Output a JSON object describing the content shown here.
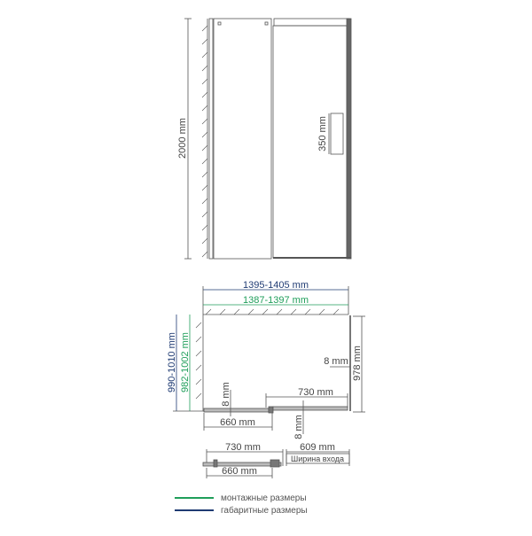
{
  "front_view": {
    "height_label": "2000 mm",
    "handle_label": "350 mm"
  },
  "plan_view": {
    "outer_width_label": "1395-1405 mm",
    "mount_width_label": "1387-1397 mm",
    "outer_depth_label": "990-1010 mm",
    "mount_depth_label": "982-1002 mm",
    "side_panel_label": "978 mm",
    "gap_right_label": "8 mm",
    "gap_left_label": "8 mm",
    "gap_bottom_label": "8 mm",
    "door_label": "730 mm",
    "fixed_label": "660 mm"
  },
  "detail_view": {
    "door_label": "730 mm",
    "fixed_label": "660 mm",
    "entry_width_label": "609 mm",
    "entry_width_caption": "Ширина входа"
  },
  "legend": {
    "items": [
      {
        "label": "монтажные размеры",
        "color": "#1f9e5a"
      },
      {
        "label": "габаритные размеры",
        "color": "#1f3b73"
      }
    ]
  },
  "colors": {
    "line": "#555555",
    "mount_green": "#1f9e5a",
    "outer_navy": "#1f3b73"
  }
}
